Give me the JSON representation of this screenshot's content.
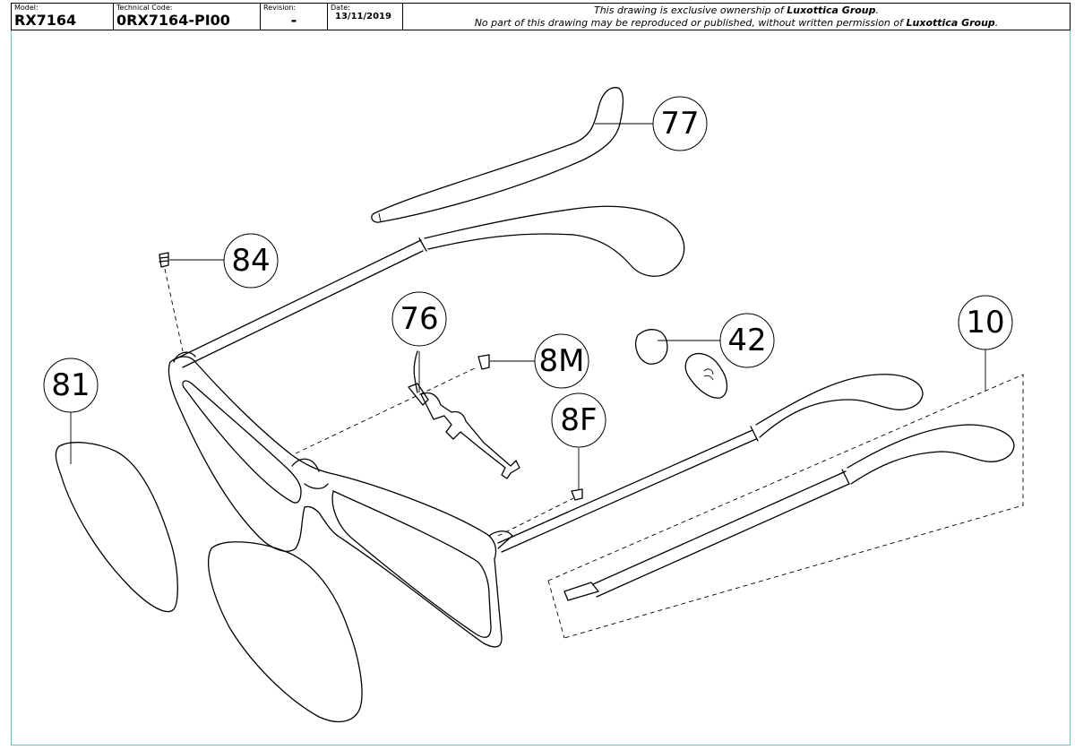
{
  "title_block": {
    "model_label": "Model:",
    "model_value": "RX7164",
    "technical_code_label": "Technical Code:",
    "technical_code_value": "0RX7164-PI00",
    "revision_label": "Revision:",
    "revision_value": "-",
    "date_label": "Date:",
    "date_value": "13/11/2019",
    "notice_line1_prefix": "This drawing is exclusive ownership of ",
    "notice_line1_company": "Luxottica Group",
    "notice_line1_suffix": ".",
    "notice_line2_prefix": "No part of this drawing may be reproduced or published, without written permission of ",
    "notice_line2_company": "Luxottica Group",
    "notice_line2_suffix": "."
  },
  "callouts": [
    {
      "id": "77",
      "label": "77"
    },
    {
      "id": "84",
      "label": "84"
    },
    {
      "id": "76",
      "label": "76"
    },
    {
      "id": "8M",
      "label": "8M"
    },
    {
      "id": "42",
      "label": "42"
    },
    {
      "id": "10",
      "label": "10"
    },
    {
      "id": "81",
      "label": "81"
    },
    {
      "id": "8F",
      "label": "8F"
    }
  ],
  "colors": {
    "frame_border": "#6fc0b8",
    "line": "#000000"
  }
}
